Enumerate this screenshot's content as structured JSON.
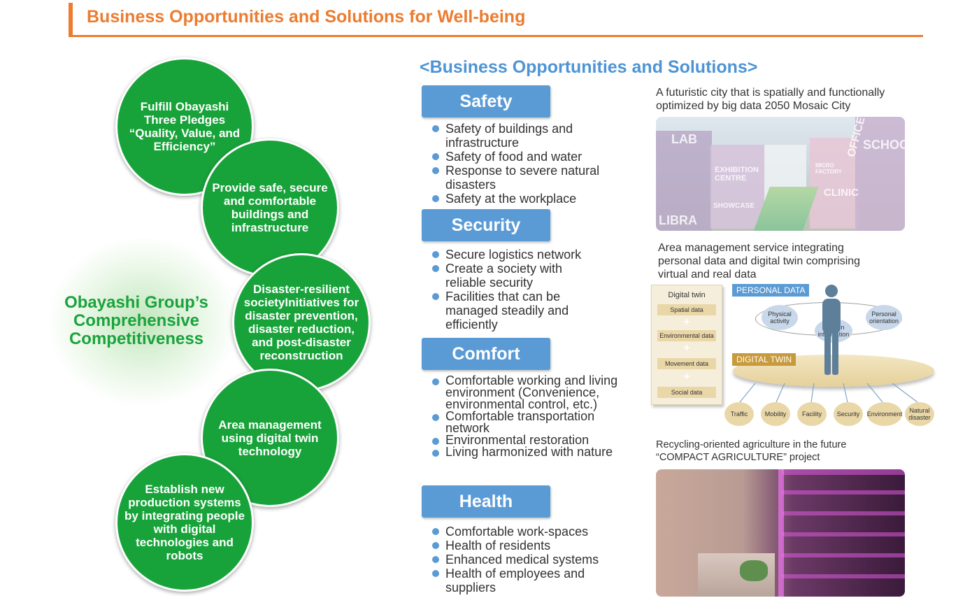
{
  "header": {
    "title": "Business Opportunities and Solutions for Well-being"
  },
  "left": {
    "center_label": "Obayashi Group’s Comprehensive Competitiveness",
    "circles": [
      "Fulfill Obayashi Three Pledges “Quality, Value, and Efficiency”",
      "Provide safe, secure and comfortable buildings and infrastructure",
      "Disaster-resilient societyInitiatives for disaster prevention, disaster reduction, and post-disaster reconstruction",
      "Area management using digital twin technology",
      "Establish new production systems by integrating people with digital technologies and robots"
    ]
  },
  "middle": {
    "heading": "<Business Opportunities and Solutions>",
    "categories": [
      {
        "label": "Safety",
        "items": [
          "Safety of buildings and infrastructure",
          "Safety of food and water",
          "Response to severe natural disasters",
          "Safety at the workplace"
        ]
      },
      {
        "label": "Security",
        "items": [
          "Secure logistics network",
          "Create a society with reliable security",
          "Facilities that can be managed steadily and efficiently"
        ]
      },
      {
        "label": "Comfort",
        "items": [
          "Comfortable working and living environment (Convenience, environmental control, etc.)",
          "Comfortable transportation network",
          "Environmental restoration",
          "Living harmonized with nature"
        ]
      },
      {
        "label": "Health",
        "items": [
          "Comfortable work-spaces",
          "Health of residents",
          "Enhanced medical systems",
          "Health of employees and suppliers"
        ]
      }
    ]
  },
  "right": {
    "city_caption": "A futuristic city that is spatially and functionally optimized by big data  2050 Mosaic City",
    "city_labels": [
      "LAB",
      "EXHIBITION CENTRE",
      "OFFICE",
      "SCHOOL",
      "CLINIC",
      "SHOWCASE",
      "MICRO FACTORY",
      "LIBRA"
    ],
    "dt_caption": "Area management service integrating personal data and digital twin comprising virtual and real data",
    "dt": {
      "panel_title": "Digital twin",
      "panel_items": [
        "Spatial data",
        "Environmental data",
        "Movement data",
        "Social data"
      ],
      "plus": "+",
      "personal_tag": "PERSONAL DATA",
      "twin_tag": "DIGITAL TWIN",
      "bubbles": [
        "Physical activity",
        "location information",
        "Personal orientation"
      ],
      "nodes": [
        "Traffic",
        "Mobility",
        "Facility",
        "Security",
        "Environment",
        "Natural disaster"
      ]
    },
    "agri_caption": "Recycling-oriented agriculture in the future “COMPACT AGRICULTURE” project"
  }
}
